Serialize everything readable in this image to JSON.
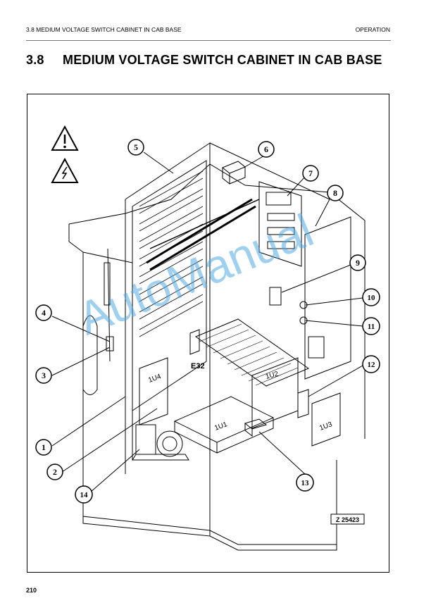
{
  "header": {
    "left": "3.8 MEDIUM VOLTAGE SWITCH CABINET IN CAB BASE",
    "right": "OPERATION"
  },
  "title": {
    "number": "3.8",
    "text": "MEDIUM VOLTAGE SWITCH CABINET IN CAB BASE"
  },
  "figure": {
    "callouts": [
      "1",
      "2",
      "3",
      "4",
      "5",
      "6",
      "7",
      "8",
      "9",
      "10",
      "11",
      "12",
      "13",
      "14"
    ],
    "component_labels": {
      "u1": "1U1",
      "u2": "1U2",
      "u3": "1U3",
      "u4": "1U4",
      "e32": "E32"
    },
    "figure_id": "Z 25423",
    "warning_icons": [
      "warning-exclamation-icon",
      "electrical-hazard-icon"
    ]
  },
  "watermark": "AutoManual",
  "page_number": "210"
}
